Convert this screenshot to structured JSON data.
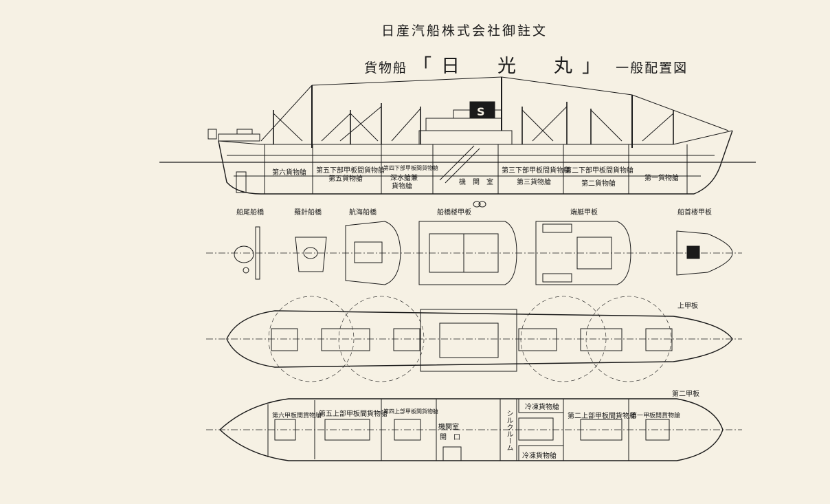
{
  "header": {
    "line1": "日産汽船株式会社御註文",
    "line2_prefix": "貨物船",
    "ship_name": "「日　光　丸」",
    "line2_suffix": "一般配置図"
  },
  "profile_labels": {
    "hold6": "第六貨物艙",
    "hold5_upper": "第五下部甲板間貨物艙",
    "hold5": "第五貨物艙",
    "hold4_upper": "第四下部甲板間貨物艙",
    "deep_tank": "深水艙兼",
    "cargo_hold": "貨物艙",
    "engine_room": "機　関　室",
    "hold3_upper": "第三下部甲板間貨物艙",
    "hold3": "第三貨物艙",
    "hold2_upper": "第二下部甲板間貨物艙",
    "hold2": "第二貨物艙",
    "hold1": "第一貨物艙"
  },
  "deck_titles": {
    "poop_bridge": "船尾船橋",
    "compass_bridge": "羅針船橋",
    "nav_bridge": "航海船橋",
    "bridge_deck": "船橋楼甲板",
    "boat_deck": "端艇甲板",
    "forecastle_deck": "船首楼甲板",
    "upper_deck": "上甲板",
    "second_deck": "第二甲板"
  },
  "second_deck_labels": {
    "hold6": "第六甲板間貨物艙",
    "hold5": "第五上部甲板間貨物艙",
    "hold4": "第四上部甲板間貨物艙",
    "engine_room": "機関室",
    "hatch": "開　口",
    "silk_room": "シルクルーム",
    "refrig_top": "冷凍貨物艙",
    "refrig_bottom": "冷凍貨物艙",
    "hold2": "第二上部甲板間貨物艙",
    "hold1": "第一甲板間貨物艙"
  },
  "colors": {
    "paper": "#f6f1e4",
    "ink": "#1a1a1a"
  }
}
